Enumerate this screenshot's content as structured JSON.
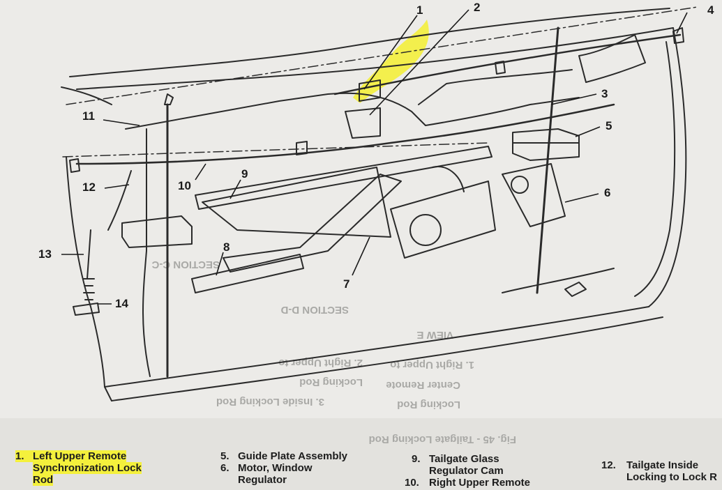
{
  "callouts": {
    "c1": "1",
    "c2": "2",
    "c3": "3",
    "c4": "4",
    "c5": "5",
    "c6": "6",
    "c7": "7",
    "c8": "8",
    "c9": "9",
    "c10": "10",
    "c11": "11",
    "c12": "12",
    "c13": "13",
    "c14": "14"
  },
  "ghost_text": {
    "section_mirror_left": "SECTION C-C",
    "section_mirror_mid": "SECTION D-D",
    "view_mirror": "VIEW E",
    "item2_mirror": "2. Right Upper to",
    "item2b_mirror": "Locking Rod",
    "item3_mirror": "3. Inside Locking Rod",
    "right_upper_mirror": "1. Right Upper to",
    "center_remote_mirror": "Center Remote",
    "locking_rod_mirror": "Locking Rod",
    "tailgate_mirror": "Fig. 45 - Tailgate Locking Rod"
  },
  "legend": {
    "col1": {
      "num": "1.",
      "line1": "Left Upper Remote",
      "line2": "Synchronization Lock",
      "line3": "Rod"
    },
    "col2": {
      "n5": "5.",
      "t5": "Guide Plate Assembly",
      "n6": "6.",
      "t6a": "Motor, Window",
      "t6b": "Regulator"
    },
    "col3": {
      "n9": "9.",
      "t9a": "Tailgate Glass",
      "t9b": "Regulator Cam",
      "n10": "10.",
      "t10": "Right Upper Remote"
    },
    "col4": {
      "n12": "12.",
      "t12a": "Tailgate Inside",
      "t12b": "Locking to Lock R"
    }
  },
  "colors": {
    "highlight": "#f4f03c",
    "ink": "#2a2a2a",
    "paper": "#ecebe8"
  }
}
